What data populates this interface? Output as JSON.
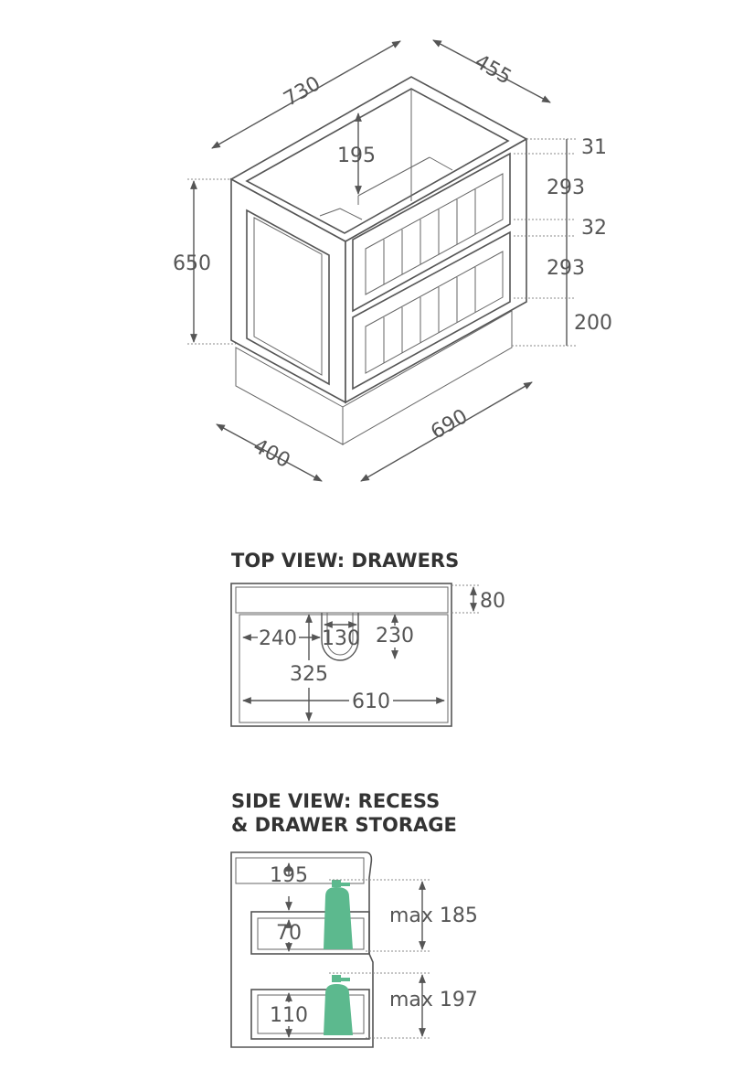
{
  "iso": {
    "width_top": "730",
    "depth_top": "455",
    "recess": "195",
    "height": "650",
    "d1": "31",
    "d2": "293",
    "d3": "32",
    "d4": "293",
    "plinth": "200",
    "depth_base": "400",
    "width_base": "690"
  },
  "top_view": {
    "heading": "TOP VIEW: DRAWERS",
    "d80": "80",
    "d240": "240",
    "d130": "130",
    "d230": "230",
    "d325": "325",
    "d610": "610"
  },
  "side_view": {
    "heading_line1": "SIDE VIEW: RECESS",
    "heading_line2": "& DRAWER STORAGE",
    "d195": "195",
    "d70": "70",
    "d110": "110",
    "max185": "max 185",
    "max197": "max 197"
  },
  "colors": {
    "line": "#555555",
    "bottle": "#5cb98e"
  }
}
